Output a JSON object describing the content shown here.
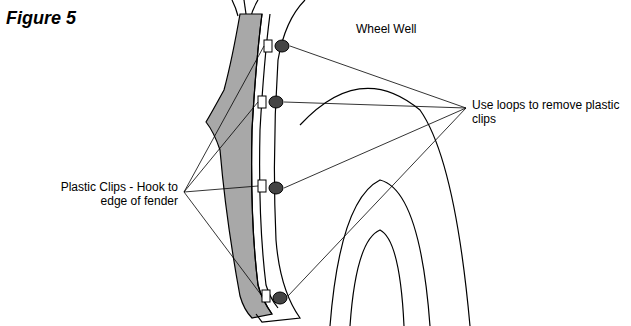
{
  "diagram": {
    "title": "Figure 5",
    "labels": [
      "Wheel Well",
      "Use loops to remove plastic clips",
      "Plastic Clips - Hook to edge of fender"
    ]
  }
}
